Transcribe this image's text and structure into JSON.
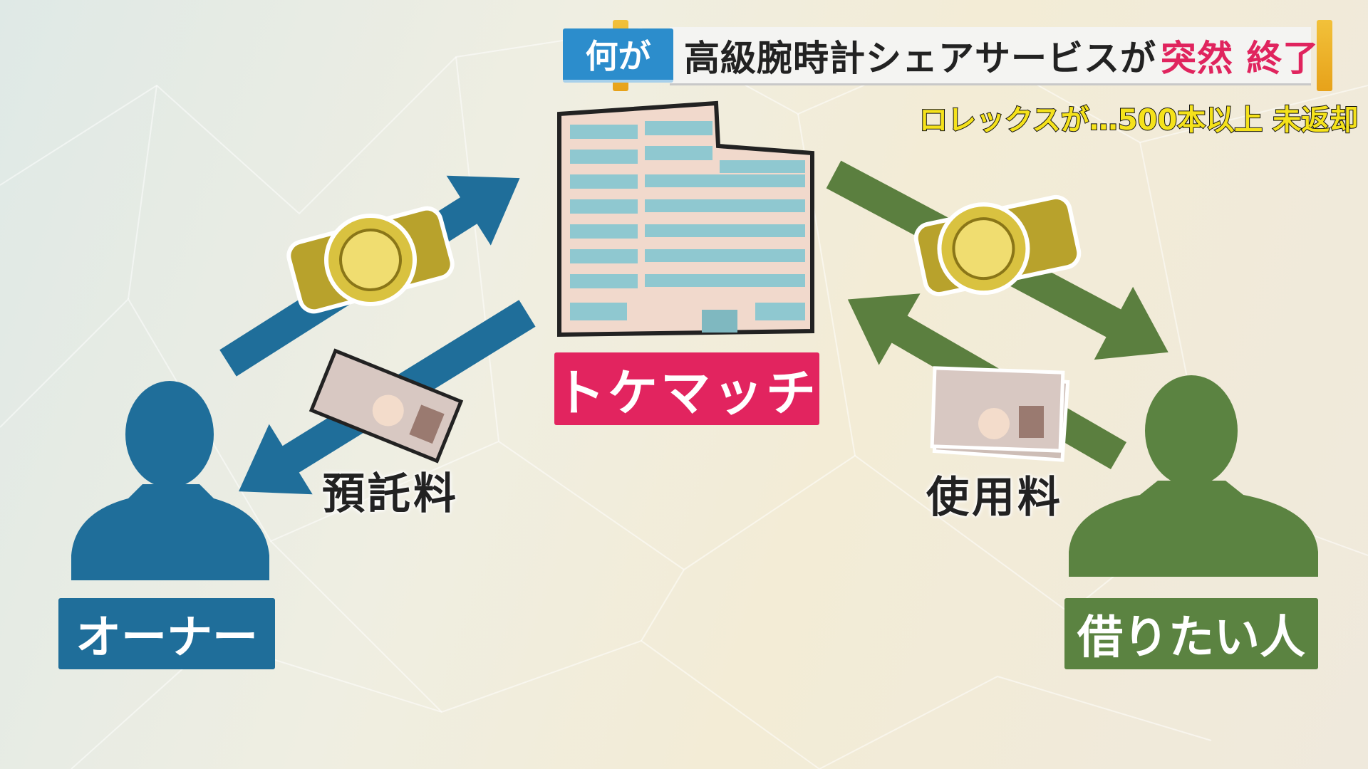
{
  "caption": {
    "tag": "何が",
    "headline": "高級腕時計シェアサービスが",
    "headline_highlight": "突然 終了",
    "subtitle": "ロレックスが…500本以上 未返却"
  },
  "diagram": {
    "company_label": "トケマッチ",
    "owner_label": "オーナー",
    "borrower_label": "借りたい人",
    "deposit_fee_label": "預託料",
    "usage_fee_label": "使用料"
  },
  "colors": {
    "owner_blue": "#1f6e9a",
    "borrower_green": "#5b8341",
    "company_pink": "#e2245f",
    "tag_blue": "#2c8dcc"
  }
}
